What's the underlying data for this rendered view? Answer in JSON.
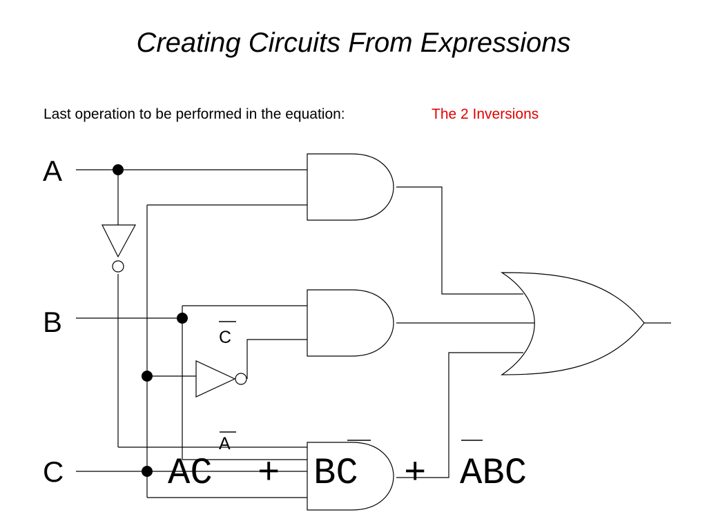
{
  "slide": {
    "title": "Creating Circuits From Expressions",
    "subtitle": "Last operation to be performed in the equation:",
    "highlight": "The 2 Inversions",
    "highlight_color": "#e00000"
  },
  "inputs": {
    "a": "A",
    "b": "B",
    "c": "C"
  },
  "wire_labels": {
    "c_bar": "C",
    "a_bar": "A"
  },
  "expression": {
    "term1": "AC",
    "plus1": "+",
    "term2": "BC",
    "plus2": "+",
    "term3": "ABC"
  }
}
